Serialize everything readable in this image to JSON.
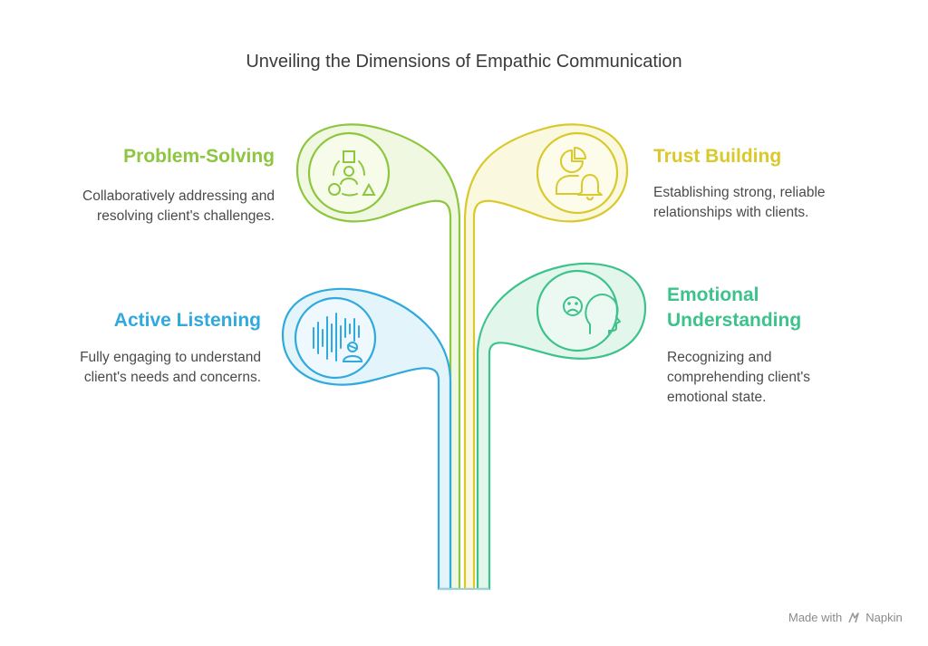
{
  "title": "Unveiling the Dimensions of Empathic Communication",
  "branches": {
    "problem_solving": {
      "heading": "Problem-Solving",
      "description": "Collaboratively addressing and resolving client's challenges.",
      "color": "#8dc63f",
      "icon": "shapes-person-icon"
    },
    "trust_building": {
      "heading": "Trust Building",
      "description": "Establishing strong, reliable relationships with clients.",
      "color": "#d9c92a",
      "icon": "person-chart-bell-icon"
    },
    "active_listening": {
      "heading": "Active Listening",
      "description": "Fully engaging to understand client's needs and concerns.",
      "color": "#2fa9de",
      "icon": "soundwave-person-icon"
    },
    "emotional_understanding": {
      "heading": "Emotional Understanding",
      "description": "Recognizing and comprehending client's emotional state.",
      "color": "#3cc28a",
      "icon": "sad-face-head-icon"
    }
  },
  "footer": {
    "made_with": "Made with",
    "brand": "Napkin"
  }
}
